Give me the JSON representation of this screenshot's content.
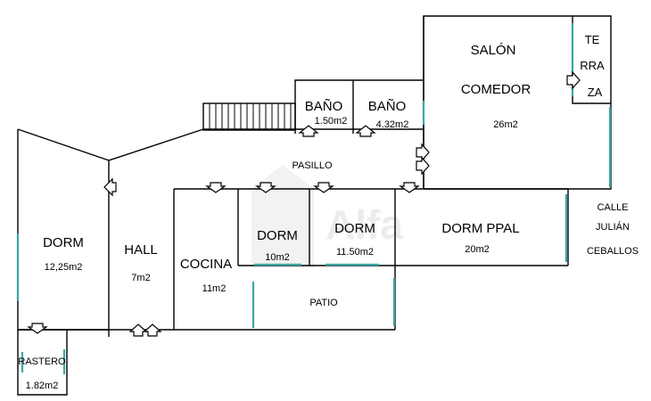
{
  "rooms": {
    "salon": {
      "name_line1": "SALÓN",
      "name_line2": "COMEDOR",
      "area": "26m2"
    },
    "terraza": {
      "line1": "TE",
      "line2": "RRA",
      "line3": "ZA"
    },
    "bano1": {
      "name": "BAÑO",
      "area": "1.50m2"
    },
    "bano2": {
      "name": "BAÑO",
      "area": "4.32m2"
    },
    "pasillo": {
      "name": "PASILLO"
    },
    "dorm1": {
      "name": "DORM",
      "area": "12,25m2"
    },
    "hall": {
      "name": "HALL",
      "area": "7m2"
    },
    "cocina": {
      "name": "COCINA",
      "area": "11m2"
    },
    "dorm2": {
      "name": "DORM",
      "area": "10m2"
    },
    "dorm3": {
      "name": "DORM",
      "area": "11.50m2"
    },
    "dorm_ppal": {
      "name": "DORM PPAL",
      "area": "20m2"
    },
    "patio": {
      "name": "PATIO"
    },
    "rastero": {
      "name": "RASTERO",
      "area": "1.82m2"
    }
  },
  "street": {
    "line1": "CALLE",
    "line2": "JULIÁN",
    "line3": "CEBALLOS"
  },
  "watermark": {
    "text": "Alfa"
  },
  "colors": {
    "wall": "#000000",
    "window": "#3aa6a6",
    "background": "#ffffff"
  }
}
